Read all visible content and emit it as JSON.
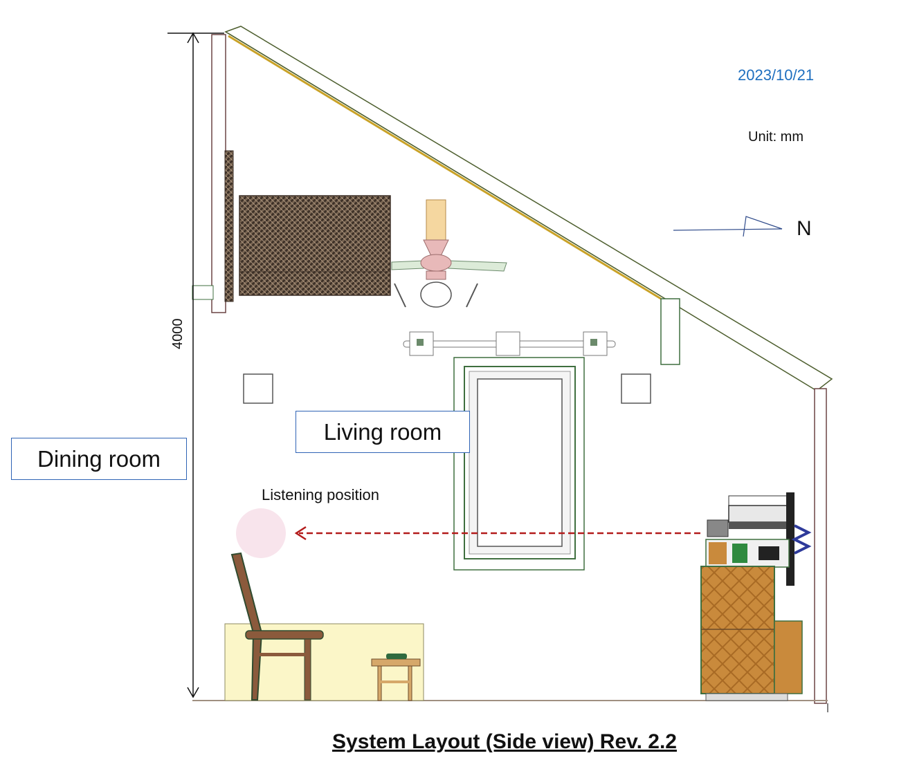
{
  "date": "2023/10/21",
  "unit_label": "Unit: mm",
  "north_label": "N",
  "height_dimension": "4000",
  "rooms": {
    "dining": "Dining room",
    "living": "Living room"
  },
  "listening_position_label": "Listening position",
  "title": "System Layout (Side view) Rev. 2.2"
}
